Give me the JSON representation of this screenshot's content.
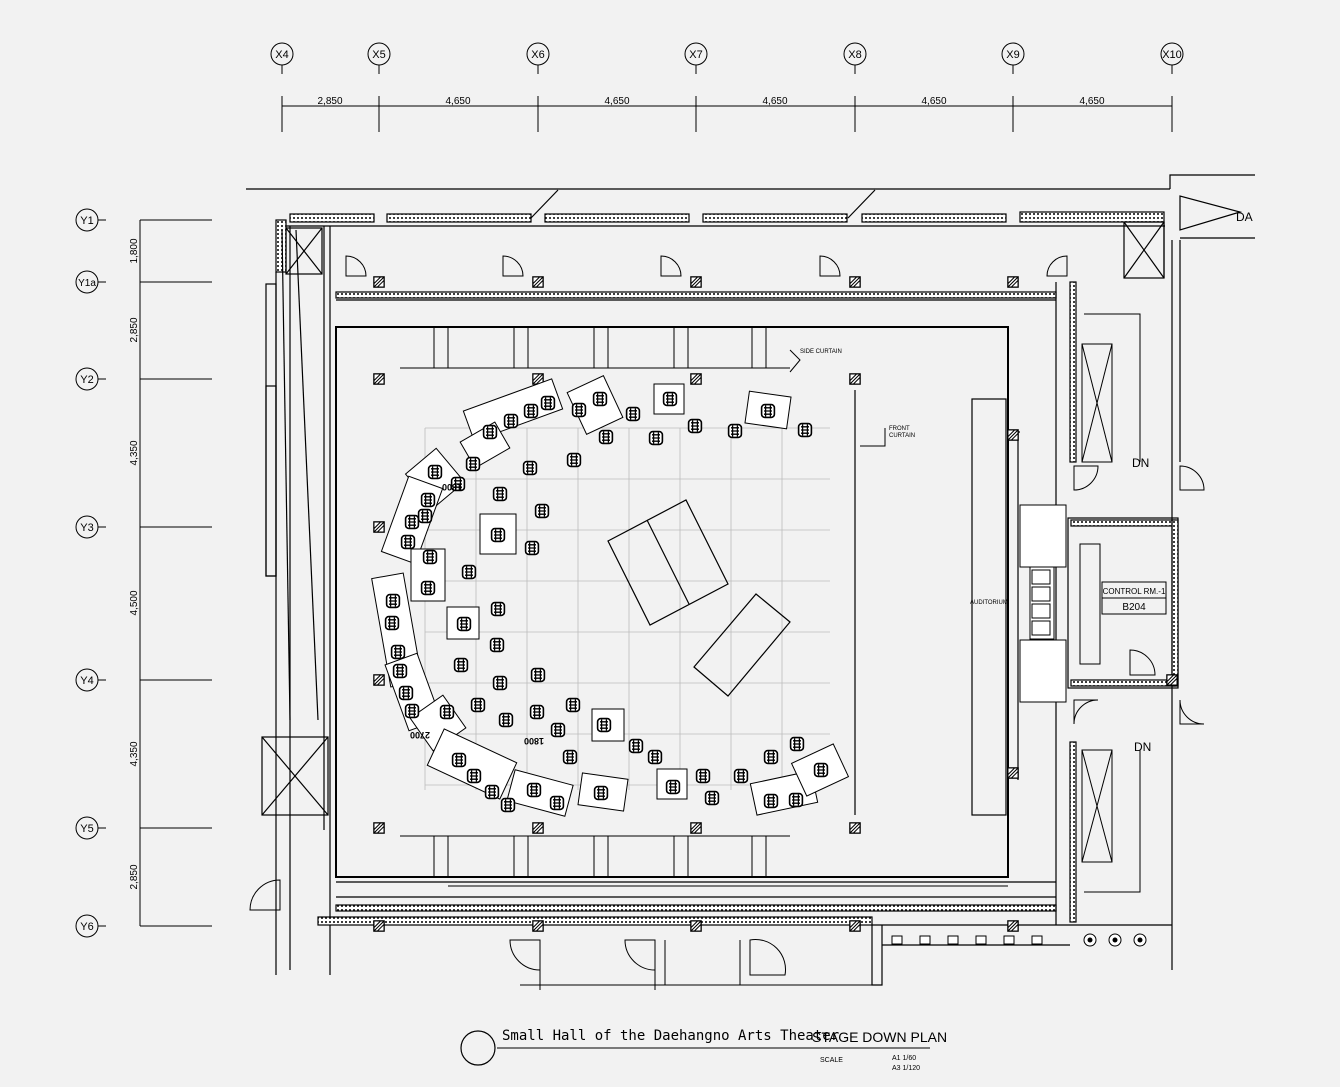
{
  "grid_columns": [
    "X4",
    "X5",
    "X6",
    "X7",
    "X8",
    "X9",
    "X10"
  ],
  "grid_rows": [
    "Y1",
    "Y1a",
    "Y2",
    "Y3",
    "Y4",
    "Y5",
    "Y6"
  ],
  "column_dimensions": [
    "2,850",
    "4,650",
    "4,650",
    "4,650",
    "4,650",
    "4,650"
  ],
  "row_dimensions": [
    "1,800",
    "2,850",
    "4,350",
    "4,500",
    "4,350",
    "2,850"
  ],
  "labels": {
    "side_curtain": "SIDE CURTAIN",
    "front_curtain_1": "FRONT",
    "front_curtain_2": "CURTAIN",
    "auditorium": "AUDITORIUM",
    "dn_upper": "DN",
    "dn_lower": "DN",
    "da": "DA",
    "control_room": "CONTROL RM.-1",
    "room_number": "B204",
    "seat_dim_1": "1800",
    "seat_dim_2": "2700",
    "seat_dim_3": "1800"
  },
  "title_block": {
    "title": "Small Hall of the Daehangno Arts Theater",
    "subtitle": "STAGE DOWN PLAN",
    "scale_label": "SCALE",
    "scale_a1": "A1 1/60",
    "scale_a3": "A3 1/120"
  }
}
